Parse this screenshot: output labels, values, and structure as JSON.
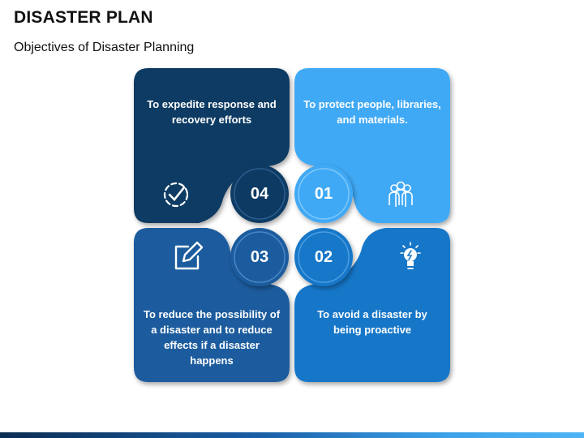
{
  "title": "DISASTER PLAN",
  "subtitle": "Objectives of Disaster Planning",
  "quadrants": [
    {
      "number": "04",
      "text": "To expedite response and recovery efforts",
      "color": "#0d3a63",
      "icon": "check-circle-icon"
    },
    {
      "number": "01",
      "text": "To protect people, libraries, and materials.",
      "color": "#3fa9f5",
      "icon": "people-group-icon"
    },
    {
      "number": "03",
      "text": "To reduce the possibility of a disaster and to reduce effects if a disaster happens",
      "color": "#1b5c9e",
      "icon": "edit-icon"
    },
    {
      "number": "02",
      "text": "To avoid a disaster by being proactive",
      "color": "#1777c9",
      "icon": "lightbulb-icon"
    }
  ],
  "colors": {
    "dark_navy": "#0d3a63",
    "light_blue": "#3fa9f5",
    "mid_blue": "#1b5c9e",
    "blue": "#1777c9"
  }
}
